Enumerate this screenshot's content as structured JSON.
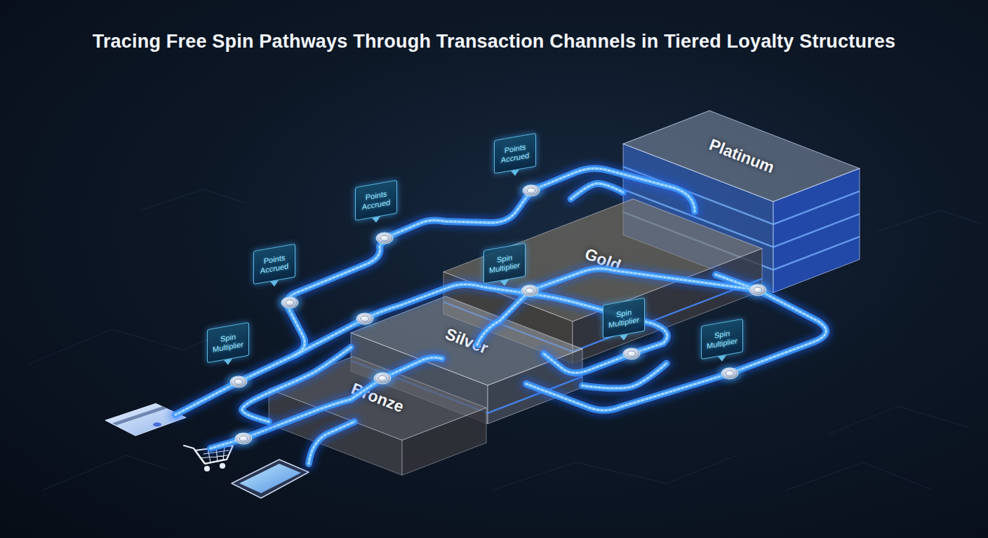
{
  "diagram": {
    "title": "Tracing Free Spin Pathways Through Transaction Channels in Tiered Loyalty Structures",
    "nodes": [
      {
        "text": [
          "Points Accrued"
        ]
      },
      {
        "text": [
          "Platinum"
        ]
      },
      {
        "text": [
          "Points Accrued"
        ]
      },
      {
        "text": [
          "Gold"
        ]
      },
      {
        "text": [
          "Points Accrued"
        ]
      },
      {
        "text": [
          "Spin Multiplier"
        ]
      },
      {
        "text": [
          "Spin Multiplier"
        ]
      },
      {
        "text": [
          "Silver"
        ]
      },
      {
        "text": [
          "Spin Multiplier"
        ]
      },
      {
        "text": [
          "Spin Multiplier"
        ]
      },
      {
        "text": [
          "Bronze"
        ]
      }
    ],
    "edges": [
      {
        "from": 10,
        "to": 7,
        "arrow": "none"
      },
      {
        "from": 7,
        "to": 3,
        "arrow": "none"
      },
      {
        "from": 3,
        "to": 1,
        "arrow": "none"
      }
    ]
  }
}
